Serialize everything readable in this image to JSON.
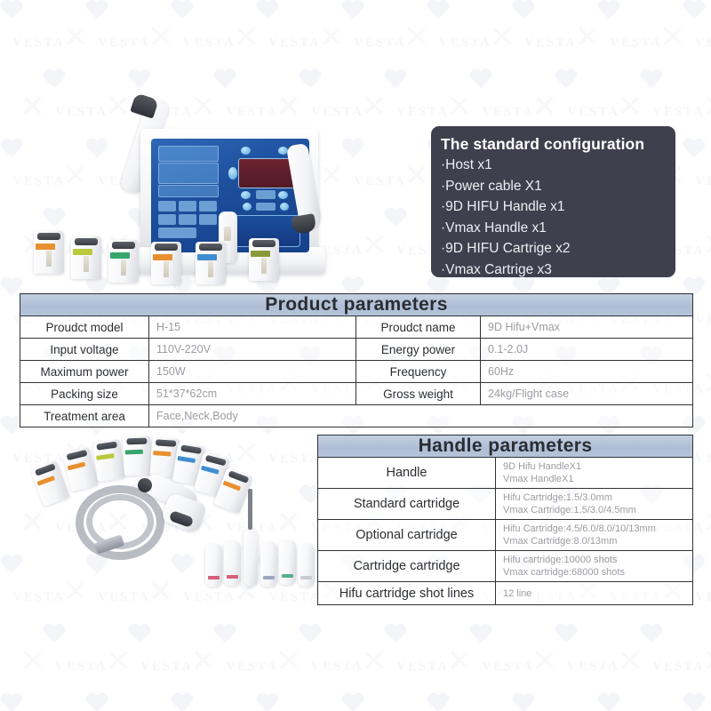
{
  "standard_configuration": {
    "title": "The standard configuration",
    "items": [
      "·Host x1",
      "·Power cable X1",
      "·9D HIFU Handle x1",
      "·Vmax Handle x1",
      "·9D HIFU Cartrige x2",
      "·Vmax Cartrige x3"
    ],
    "background_color": "#403f4e",
    "text_color": "#ffffff"
  },
  "product_parameters": {
    "title": "Product  parameters",
    "header_color": "#b0bfd6",
    "rows": [
      {
        "key_left": "Proudct  model",
        "value_left": "H-15",
        "key_right": "Proudct  name",
        "value_right": "9D Hifu+Vmax"
      },
      {
        "key_left": "Input  voltage",
        "value_left": "110V-220V",
        "key_right": "Energy power",
        "value_right": "0.1-2.0J"
      },
      {
        "key_left": "Maximum power",
        "value_left": "150W",
        "key_right": "Frequency",
        "value_right": "60Hz"
      },
      {
        "key_left": "Packing size",
        "value_left": "51*37*62cm",
        "key_right": "Gross weight",
        "value_right": "24kg/Flight case"
      }
    ],
    "full_row": {
      "key": "Treatment area",
      "value": "Face,Neck,Body"
    }
  },
  "handle_parameters": {
    "title": "Handle parameters",
    "header_color": "#b0bfd6",
    "rows": [
      {
        "key": "Handle",
        "value_line1": "9D Hifu HandleX1",
        "value_line2": "Vmax HandleX1"
      },
      {
        "key": "Standard cartridge",
        "value_line1": "Hifu Cartridge:1.5/3.0mm",
        "value_line2": "Vmax Cartridge:1.5/3.0/4.5mm"
      },
      {
        "key": "Optional cartridge",
        "value_line1": "Hifu Cartridge:4.5/6.0/8.0/10/13mm",
        "value_line2": "Vmax Cartridge:8.0/13mm"
      },
      {
        "key": "Cartridge cartridge",
        "value_line1": "Hifu cartridge:10000 shots",
        "value_line2": "Vmax cartridge:68000 shots"
      },
      {
        "key": "Hifu cartridge shot lines",
        "value_line1": "12 line",
        "value_line2": ""
      }
    ]
  },
  "watermark": {
    "text": "VESTA",
    "color": "#f5f6f9"
  },
  "photos": {
    "main_unit": {
      "caption": "9D HIFU Vmax machine with blue touchscreen and handles",
      "cartridge_band_colors": [
        "#e8902f",
        "#b9c93a",
        "#36a56b",
        "#e8902f",
        "#3f8fd0",
        "#8a9a3a"
      ]
    },
    "accessories": {
      "caption": "Eight HIFU cartridges, coiled cable, handpiece and Vmax pen with cartridges",
      "cartridge_band_colors": [
        "#e8902f",
        "#e8902f",
        "#b9c93a",
        "#36a56b",
        "#e8902f",
        "#3f8fd0",
        "#3f8fd0",
        "#e8902f"
      ],
      "vmax_band_colors": [
        "#d4607a",
        "#d4607a",
        "#c0486a",
        "#9aa8c0",
        "#57b08a",
        "#c9ccd2"
      ]
    }
  }
}
